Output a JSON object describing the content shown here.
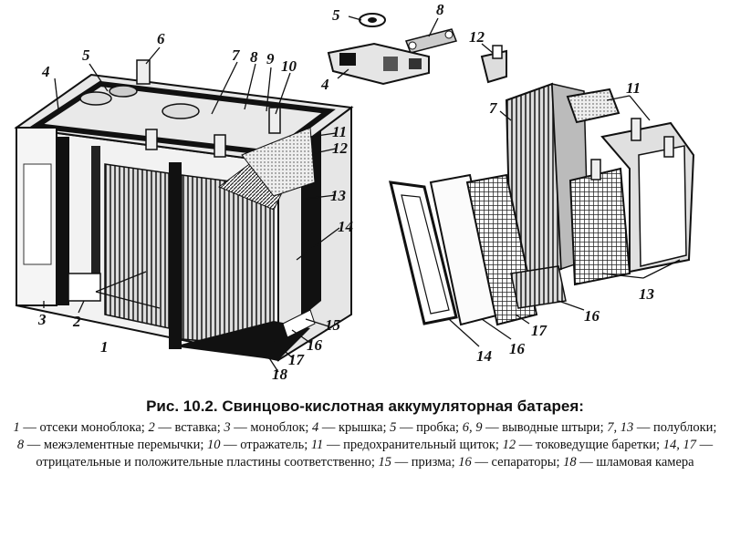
{
  "caption": {
    "title": "Рис. 10.2. Свинцово-кислотная аккумуляторная батарея:",
    "legend": [
      {
        "num": "1",
        "text": " — отсеки моноблока; "
      },
      {
        "num": "2",
        "text": " — вставка; "
      },
      {
        "num": "3",
        "text": " — моноблок; "
      },
      {
        "num": "4",
        "text": " — крышка; "
      },
      {
        "num": "5",
        "text": " — пробка; "
      },
      {
        "num": "6, 9",
        "text": " — выводные штыри; "
      },
      {
        "num": "7, 13",
        "text": " — полублоки; "
      },
      {
        "num": "8",
        "text": " — межэлементные перемычки; "
      },
      {
        "num": "10",
        "text": " — отражатель; "
      },
      {
        "num": "11",
        "text": " — предохранительный щиток; "
      },
      {
        "num": "12",
        "text": " — токоведущие баретки; "
      },
      {
        "num": "14, 17",
        "text": " — отрицательные и положительные пластины соответственно; "
      },
      {
        "num": "15",
        "text": " — призма; "
      },
      {
        "num": "16",
        "text": " — сепараторы; "
      },
      {
        "num": "18",
        "text": " — шламовая камера"
      }
    ]
  },
  "labels": [
    "1",
    "2",
    "3",
    "4",
    "5",
    "6",
    "7",
    "8",
    "9",
    "10",
    "11",
    "12",
    "13",
    "14",
    "15",
    "16",
    "17",
    "18"
  ]
}
